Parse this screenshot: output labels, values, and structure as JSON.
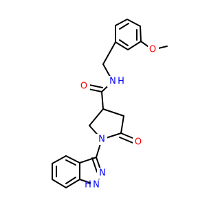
{
  "colors": {
    "bond": "#000000",
    "oxygen": "#ff0000",
    "nitrogen": "#0000ff",
    "background": "#ffffff"
  },
  "atoms": {
    "o_methoxy": "O",
    "n_amide": "N",
    "h_amide": "H",
    "o_amide": "O",
    "n_pyrrolidine": "N",
    "o_lactam": "O",
    "n_indazole_2": "N",
    "n_indazole_1": "N",
    "h_indazole": "H"
  }
}
